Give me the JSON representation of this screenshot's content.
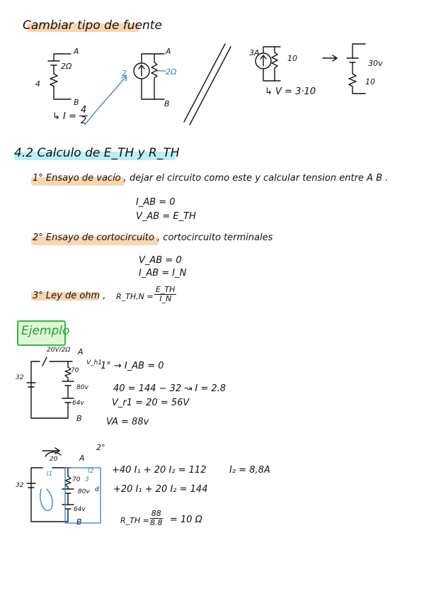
{
  "heading1": "Cambiar tipo de fuente",
  "circuit1": {
    "r_label": "2Ω",
    "v_label": "4",
    "a_label": "A",
    "b_label": "B"
  },
  "formula_I": {
    "prefix": "↳ I =",
    "num": "4",
    "den": "2"
  },
  "circuit2": {
    "i_label": "2",
    "r_label": "2Ω",
    "a_label": "A",
    "b_label": "B"
  },
  "circuit3": {
    "i_label": "3A",
    "r_label": "10"
  },
  "circuit4": {
    "v_label": "30v",
    "r_label": "10"
  },
  "v_eq": "↳ V = 3·10",
  "heading2": "4.2 Calculo de E_TH y R_TH",
  "step1": "1° Ensayo de vacío , dejar el circuito como este  y calcular tension entre A B .",
  "step1_eq1": "I_AB = 0",
  "step1_eq2": "V_AB = E_TH",
  "step2": "2° Ensayo de cortocircuito , cortocircuito terminales",
  "step2_eq1": "V_AB = 0",
  "step2_eq2": "I_AB = I_N",
  "step3": "3° Ley de  ohm  ,",
  "step3_lhs": "R_TH,N =",
  "step3_num": "E_TH",
  "step3_den": "I_N",
  "ejemplo": "Ejemplo",
  "ex1": {
    "label_top": "20V/2Ω",
    "a": "A",
    "b": "B",
    "r": "70",
    "v1": "80v",
    "v2": "64v",
    "src": "32",
    "vh": "V_h1",
    "eq1": "1° → I_AB = 0",
    "eq2": "40 = 144 − 32  ↝ I = 2.8",
    "eq3": "V_r1 = 20 = 56V",
    "eq4": "VA = 88v"
  },
  "ex2": {
    "step": "2°",
    "label_top": "20",
    "a": "A",
    "b": "B",
    "r": "70",
    "v1": "80v",
    "v2": "64v",
    "src": "32",
    "i1": "I1",
    "i2": "I2",
    "d": "d",
    "mesh_num": "3",
    "eq1": "+40 I₁ + 20 I₂ = 112",
    "eq2": "+20 I₁ + 20 I₂ = 144",
    "result": "I₂ = 8,8A",
    "r_lhs": "R_TH =",
    "r_num": "88",
    "r_den": "8.8",
    "r_rhs": "=  10 Ω"
  }
}
